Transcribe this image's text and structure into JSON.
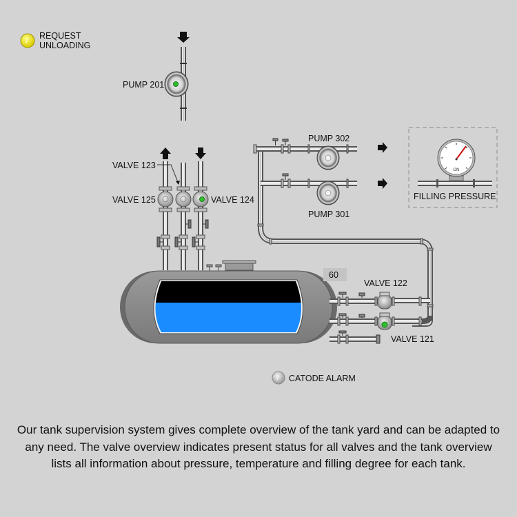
{
  "indicators": {
    "request_unloading": {
      "label_line1": "REQUEST",
      "label_line2": "UNLOADING",
      "color": "#f2e600",
      "glyph": "!"
    },
    "catode_alarm": {
      "label": "CATODE ALARM",
      "color": "#cfcfcf"
    }
  },
  "pumps": [
    {
      "id": "pump-201",
      "label": "PUMP 201",
      "status_color": "#2fbf2f"
    },
    {
      "id": "pump-302",
      "label": "PUMP 302"
    },
    {
      "id": "pump-301",
      "label": "PUMP 301"
    }
  ],
  "valves": [
    {
      "id": "valve-123",
      "label": "VALVE 123"
    },
    {
      "id": "valve-125",
      "label": "VALVE 125"
    },
    {
      "id": "valve-124",
      "label": "VALVE 124",
      "status_color": "#2fbf2f"
    },
    {
      "id": "valve-122",
      "label": "VALVE 122"
    },
    {
      "id": "valve-121",
      "label": "VALVE 121",
      "status_color": "#2fbf2f"
    }
  ],
  "gauge": {
    "label": "FILLING PRESSURE",
    "unit_text": "ON",
    "needle_color": "#cc1111"
  },
  "tank": {
    "value_label": "60",
    "liquid_color": "#1a8cff",
    "empty_color": "#000000"
  },
  "caption": "Our tank supervision system gives complete overview of the tank yard and can be adapted to any need. The valve overview indicates present status for all valves and the tank overview lists all information about pressure, temperature and filling degree for each tank."
}
